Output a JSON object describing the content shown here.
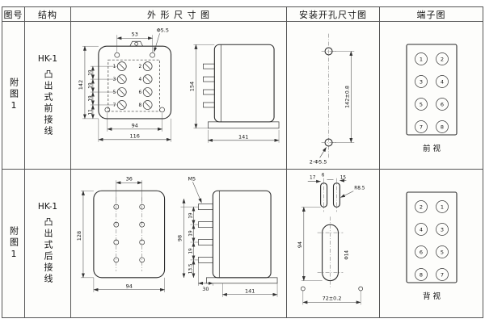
{
  "header": {
    "figure_no": "图号",
    "structure": "结构",
    "outline": "外 形 尺 寸 图",
    "mounting": "安装开孔尺寸图",
    "terminal": "端子图"
  },
  "row1": {
    "figure": "附图1",
    "model": "HK-1",
    "structure": "凸出式前接线",
    "outline_dims": {
      "w53": "53",
      "phi": "Φ5.5",
      "h142": "142",
      "p19a": "19",
      "p19b": "19",
      "p19c": "19",
      "p11": "11",
      "w94": "94",
      "w116": "116",
      "h154": "154",
      "d141": "141"
    },
    "terminal_nums": [
      "1",
      "2",
      "3",
      "4",
      "5",
      "6",
      "7",
      "8"
    ],
    "mounting_dims": {
      "h": "142±0.8",
      "holes": "2-Φ5.5"
    },
    "terminal_view": {
      "left": [
        "1",
        "3",
        "5",
        "7"
      ],
      "right": [
        "2",
        "4",
        "6",
        "8"
      ],
      "label": "前 视"
    }
  },
  "row2": {
    "figure": "附图1",
    "model": "HK-1",
    "structure": "凸出式后接线",
    "outline_dims": {
      "w36": "36",
      "m5": "M5",
      "h128": "128",
      "h98": "98",
      "p19a": "19",
      "p19b": "19",
      "p19c": "19",
      "p135": "13.5",
      "w94": "94",
      "d30": "30",
      "d141": "141"
    },
    "mounting_dims": {
      "d17": "17",
      "d6": "6",
      "d15": "15",
      "r85": "R8.5",
      "h94": "94",
      "phi14": "Φ14",
      "w72": "72±0.2"
    },
    "terminal_view": {
      "left": [
        "2",
        "4",
        "6",
        "8"
      ],
      "right": [
        "1",
        "3",
        "5",
        "7"
      ],
      "label": "背 视"
    }
  }
}
